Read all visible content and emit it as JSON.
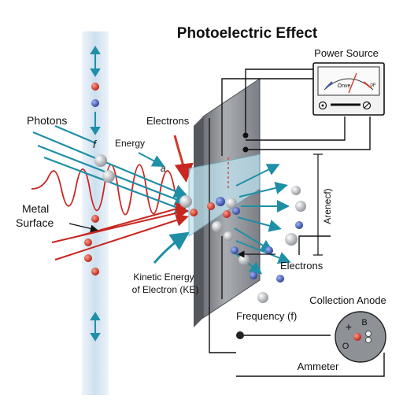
{
  "title": "Photoelectric Effect",
  "labels": {
    "photons": "Photons",
    "photon_f": "f",
    "energy": "Energy",
    "energy_symbol": "a",
    "electrons_top": "Electrons",
    "metal_surface_1": "Metal",
    "metal_surface_2": "Surface",
    "ke_1": "Kinetic Energy",
    "ke_2": "of Electron (KE)",
    "power_source": "Power Source",
    "meter_text": "Onve",
    "meter_scale_right": "0F",
    "arenecf": "Arenecf)",
    "electrons_right": "Electrons",
    "frequency": "Frequency (f)",
    "collection_anode": "Collection Anode",
    "anode_plus": "+",
    "anode_b": "B",
    "anode_o": "O",
    "ammeter": "Ammeter"
  },
  "colors": {
    "photon_beam": "#1f8fa8",
    "wave_red": "#c8261f",
    "light_column": "#d8e6f2",
    "plate": "#8c8f94",
    "plate_dark": "#5e6166",
    "glass": "#bfe3ef",
    "electron_red": "#d23a2a",
    "electron_blue": "#3e5aa8",
    "particle_grey": "#b9bcc2"
  },
  "icons": [
    "power-meter-icon",
    "switch-icon",
    "anode-icon"
  ]
}
